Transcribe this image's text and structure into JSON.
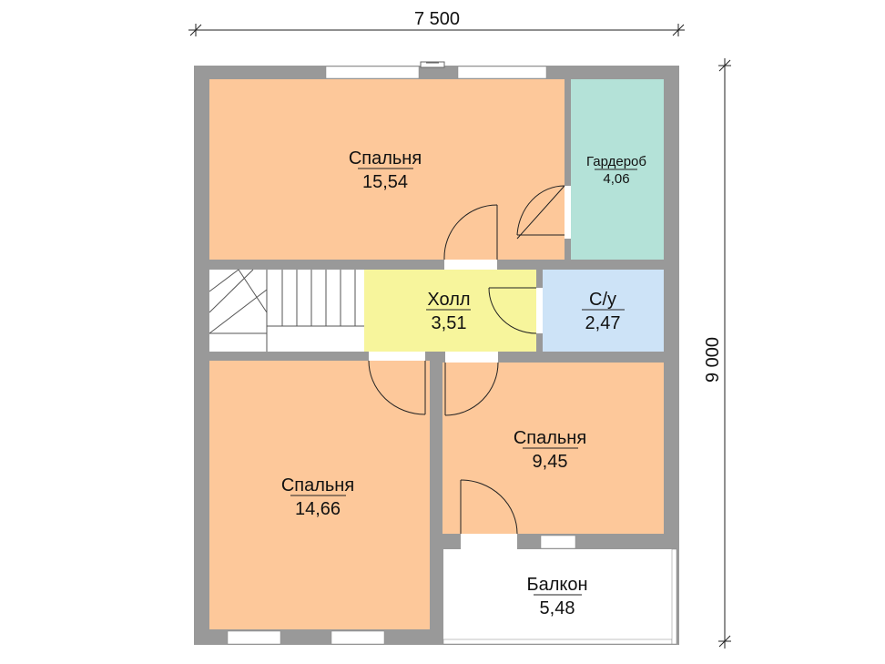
{
  "plan": {
    "dimensions": {
      "width_label": "7 500",
      "height_label": "9 000"
    },
    "colors": {
      "wall": "#999999",
      "bedroom": "#fdc89a",
      "wardrobe": "#b4e2d8",
      "hall": "#f7f59c",
      "bathroom": "#cde3f7",
      "balcony": "#ffffff",
      "stairs": "#ffffff",
      "window": "#ffffff"
    },
    "rooms": {
      "bedroom_top": {
        "name": "Спальня",
        "area": "15,54"
      },
      "wardrobe": {
        "name": "Гардероб",
        "area": "4,06"
      },
      "hall": {
        "name": "Холл",
        "area": "3,51"
      },
      "bathroom": {
        "name": "С/у",
        "area": "2,47"
      },
      "bedroom_left": {
        "name": "Спальня",
        "area": "14,66"
      },
      "bedroom_right": {
        "name": "Спальня",
        "area": "9,45"
      },
      "balcony": {
        "name": "Балкон",
        "area": "5,48"
      }
    }
  }
}
